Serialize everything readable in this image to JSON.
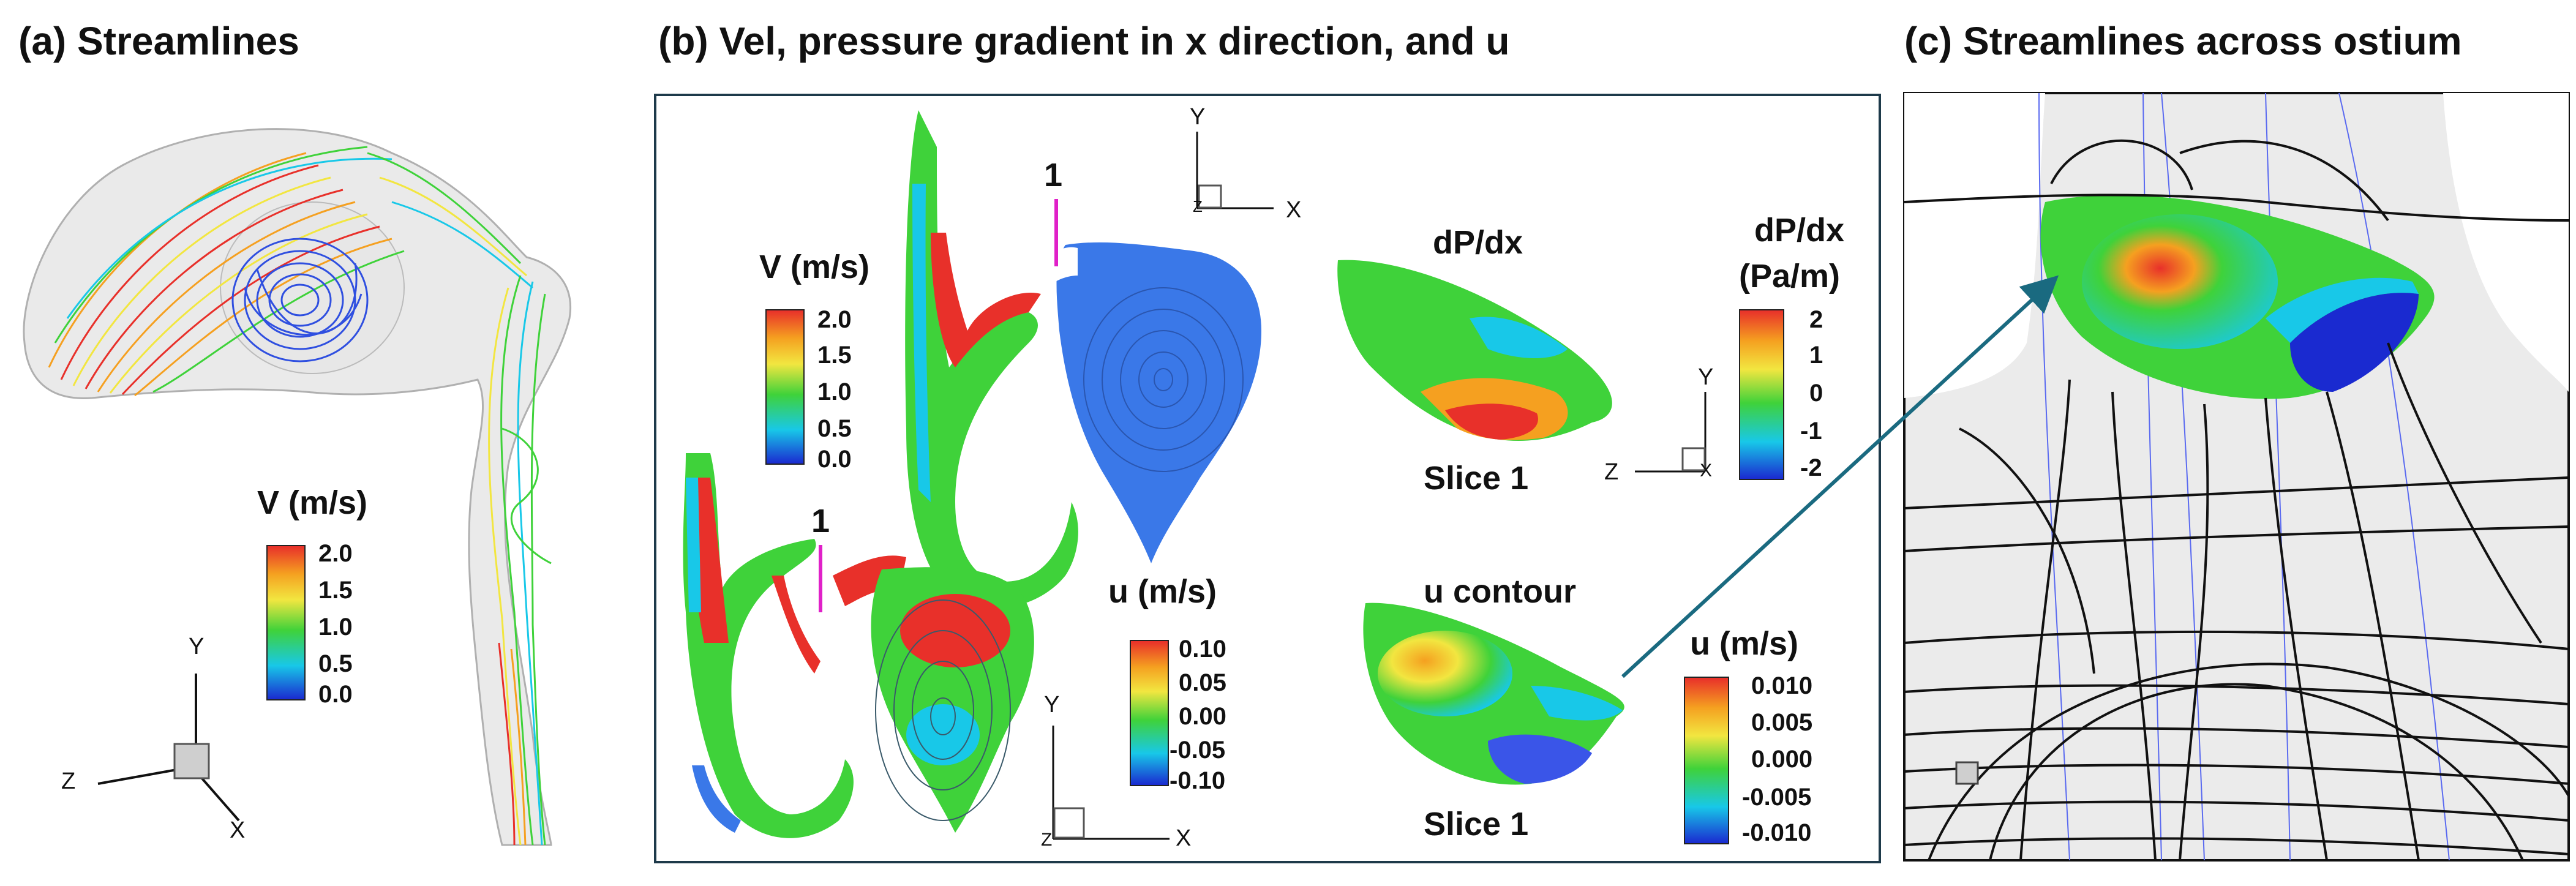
{
  "panels": {
    "a": {
      "title": "(a) Streamlines"
    },
    "b": {
      "title": "(b) Vel, pressure gradient in x direction, and u"
    },
    "c": {
      "title": "(c) Streamlines across ostium"
    }
  },
  "colorbars": {
    "a_v": {
      "label": "V (m/s)",
      "ticks": [
        "2.0",
        "1.5",
        "1.0",
        "0.5",
        "0.0"
      ]
    },
    "b_v": {
      "label": "V (m/s)",
      "ticks": [
        "2.0",
        "1.5",
        "1.0",
        "0.5",
        "0.0"
      ]
    },
    "b_u": {
      "label": "u (m/s)",
      "ticks": [
        "0.10",
        "0.05",
        "0.00",
        "-0.05",
        "-0.10"
      ]
    },
    "b_dp": {
      "label1": "dP/dx",
      "label2": "(Pa/m)",
      "ticks": [
        "2",
        "1",
        "0",
        "-1",
        "-2"
      ]
    },
    "b_us": {
      "label": "u (m/s)",
      "ticks": [
        "0.010",
        "0.005",
        "0.000",
        "-0.005",
        "-0.010"
      ]
    }
  },
  "labels": {
    "slice_marker": "1",
    "dpdx_title": "dP/dx",
    "slice_label": "Slice 1",
    "u_contour_title": "u contour"
  },
  "axes": {
    "x": "X",
    "y": "Y",
    "z": "Z"
  },
  "colors": {
    "red": "#e8302a",
    "orange": "#f5a020",
    "yellow": "#f2e640",
    "green": "#3fd23a",
    "cyan": "#18c8e8",
    "blue": "#2f6fe8",
    "navy": "#1a2ad0",
    "box": "#1e3a4a",
    "arrow": "#1a6a80",
    "marker": "#e020c8"
  }
}
